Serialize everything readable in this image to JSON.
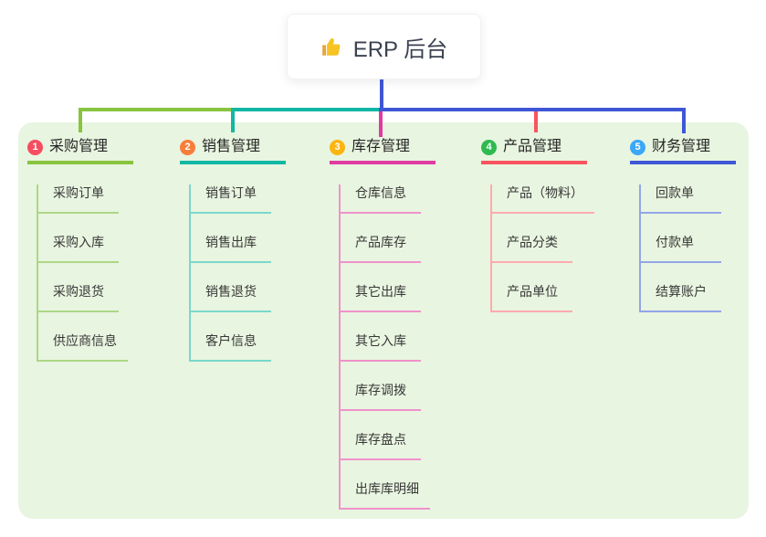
{
  "root": {
    "label": "ERP 后台",
    "icon": "thumbs-up-icon",
    "icon_color": "#f7c325"
  },
  "panel": {
    "bg": "#e8f5e0"
  },
  "branches": [
    {
      "index": "1",
      "label": "采购管理",
      "badge_color": "#f64d60",
      "line_color": "#88c43f",
      "child_line_color": "#aed687",
      "children": [
        "采购订单",
        "采购入库",
        "采购退货",
        "供应商信息"
      ]
    },
    {
      "index": "2",
      "label": "销售管理",
      "badge_color": "#f87d3b",
      "line_color": "#11b7a4",
      "child_line_color": "#7ad8cb",
      "children": [
        "销售订单",
        "销售出库",
        "销售退货",
        "客户信息"
      ]
    },
    {
      "index": "3",
      "label": "库存管理",
      "badge_color": "#fcb40f",
      "line_color": "#e03ba1",
      "child_line_color": "#f092cb",
      "children": [
        "仓库信息",
        "产品库存",
        "其它出库",
        "其它入库",
        "库存调拨",
        "库存盘点",
        "出库库明细"
      ]
    },
    {
      "index": "4",
      "label": "产品管理",
      "badge_color": "#2fba50",
      "line_color": "#f85460",
      "child_line_color": "#fdaab0",
      "children": [
        "产品（物料）",
        "产品分类",
        "产品单位"
      ]
    },
    {
      "index": "5",
      "label": "财务管理",
      "badge_color": "#3ba7f7",
      "line_color": "#3f56d6",
      "child_line_color": "#93a5e8",
      "children": [
        "回款单",
        "付款单",
        "结算账户"
      ]
    }
  ]
}
